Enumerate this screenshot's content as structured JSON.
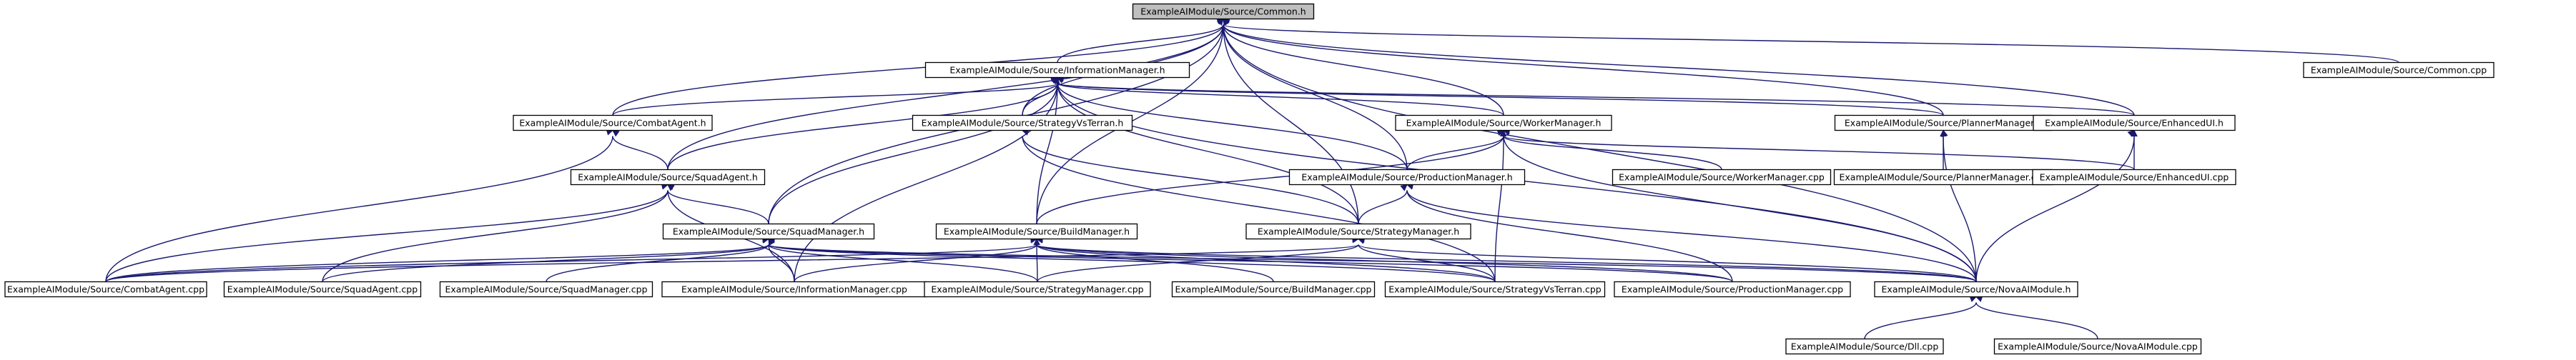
{
  "diagram": {
    "type": "include-dependency-graph",
    "colors": {
      "edge": "#191970",
      "node_border": "#000000",
      "node_fill": "#ffffff",
      "highlight_fill": "#bfbfbf"
    },
    "nodes": [
      {
        "id": "common_h",
        "label": "ExampleAIModule/Source/Common.h",
        "highlight": true
      },
      {
        "id": "common_cpp",
        "label": "ExampleAIModule/Source/Common.cpp"
      },
      {
        "id": "infomgr_h",
        "label": "ExampleAIModule/Source/InformationManager.h"
      },
      {
        "id": "combatagent_h",
        "label": "ExampleAIModule/Source/CombatAgent.h"
      },
      {
        "id": "strategyvs_h",
        "label": "ExampleAIModule/Source/StrategyVsTerran.h"
      },
      {
        "id": "workermgr_h",
        "label": "ExampleAIModule/Source/WorkerManager.h"
      },
      {
        "id": "plannermgr_h",
        "label": "ExampleAIModule/Source/PlannerManager.h"
      },
      {
        "id": "enhancedui_h",
        "label": "ExampleAIModule/Source/EnhancedUI.h"
      },
      {
        "id": "squadagent_h",
        "label": "ExampleAIModule/Source/SquadAgent.h"
      },
      {
        "id": "productionmgr_h",
        "label": "ExampleAIModule/Source/ProductionManager.h"
      },
      {
        "id": "workermgr_cpp",
        "label": "ExampleAIModule/Source/WorkerManager.cpp"
      },
      {
        "id": "plannermgr_cpp",
        "label": "ExampleAIModule/Source/PlannerManager.cpp"
      },
      {
        "id": "enhancedui_cpp",
        "label": "ExampleAIModule/Source/EnhancedUI.cpp"
      },
      {
        "id": "squadmgr_h",
        "label": "ExampleAIModule/Source/SquadManager.h"
      },
      {
        "id": "buildmgr_h",
        "label": "ExampleAIModule/Source/BuildManager.h"
      },
      {
        "id": "strategymgr_h",
        "label": "ExampleAIModule/Source/StrategyManager.h"
      },
      {
        "id": "combatagent_cpp",
        "label": "ExampleAIModule/Source/CombatAgent.cpp"
      },
      {
        "id": "squadagent_cpp",
        "label": "ExampleAIModule/Source/SquadAgent.cpp"
      },
      {
        "id": "squadmgr_cpp",
        "label": "ExampleAIModule/Source/SquadManager.cpp"
      },
      {
        "id": "infomgr_cpp",
        "label": "ExampleAIModule/Source/InformationManager.cpp"
      },
      {
        "id": "strategymgr_cpp",
        "label": "ExampleAIModule/Source/StrategyManager.cpp"
      },
      {
        "id": "buildmgr_cpp",
        "label": "ExampleAIModule/Source/BuildManager.cpp"
      },
      {
        "id": "strategyvs_cpp",
        "label": "ExampleAIModule/Source/StrategyVsTerran.cpp"
      },
      {
        "id": "productionmgr_cpp",
        "label": "ExampleAIModule/Source/ProductionManager.cpp"
      },
      {
        "id": "novaai_h",
        "label": "ExampleAIModule/Source/NovaAIModule.h"
      },
      {
        "id": "dll_cpp",
        "label": "ExampleAIModule/Source/Dll.cpp"
      },
      {
        "id": "novaai_cpp",
        "label": "ExampleAIModule/Source/NovaAIModule.cpp"
      }
    ],
    "edges": [
      [
        "common_h",
        "common_cpp"
      ],
      [
        "common_h",
        "infomgr_h"
      ],
      [
        "common_h",
        "combatagent_h"
      ],
      [
        "common_h",
        "squadagent_h"
      ],
      [
        "common_h",
        "strategyvs_h"
      ],
      [
        "common_h",
        "workermgr_h"
      ],
      [
        "common_h",
        "plannermgr_h"
      ],
      [
        "common_h",
        "enhancedui_h"
      ],
      [
        "common_h",
        "squadmgr_h"
      ],
      [
        "common_h",
        "buildmgr_h"
      ],
      [
        "common_h",
        "productionmgr_h"
      ],
      [
        "common_h",
        "strategymgr_h"
      ],
      [
        "common_h",
        "novaai_h"
      ],
      [
        "infomgr_h",
        "combatagent_h"
      ],
      [
        "infomgr_h",
        "squadagent_h"
      ],
      [
        "infomgr_h",
        "strategyvs_h"
      ],
      [
        "infomgr_h",
        "workermgr_h"
      ],
      [
        "infomgr_h",
        "plannermgr_h"
      ],
      [
        "infomgr_h",
        "enhancedui_h"
      ],
      [
        "infomgr_h",
        "squadmgr_h"
      ],
      [
        "infomgr_h",
        "buildmgr_h"
      ],
      [
        "infomgr_h",
        "productionmgr_h"
      ],
      [
        "infomgr_h",
        "strategymgr_h"
      ],
      [
        "infomgr_h",
        "infomgr_cpp"
      ],
      [
        "infomgr_h",
        "novaai_h"
      ],
      [
        "combatagent_h",
        "squadagent_h"
      ],
      [
        "combatagent_h",
        "combatagent_cpp"
      ],
      [
        "squadagent_h",
        "squadmgr_h"
      ],
      [
        "squadagent_h",
        "combatagent_cpp"
      ],
      [
        "squadagent_h",
        "squadagent_cpp"
      ],
      [
        "squadagent_h",
        "infomgr_cpp"
      ],
      [
        "squadmgr_h",
        "combatagent_cpp"
      ],
      [
        "squadmgr_h",
        "squadagent_cpp"
      ],
      [
        "squadmgr_h",
        "squadmgr_cpp"
      ],
      [
        "squadmgr_h",
        "infomgr_cpp"
      ],
      [
        "squadmgr_h",
        "strategymgr_cpp"
      ],
      [
        "squadmgr_h",
        "strategyvs_cpp"
      ],
      [
        "squadmgr_h",
        "productionmgr_cpp"
      ],
      [
        "squadmgr_h",
        "novaai_h"
      ],
      [
        "strategyvs_h",
        "strategymgr_h"
      ],
      [
        "strategyvs_h",
        "strategyvs_cpp"
      ],
      [
        "workermgr_h",
        "buildmgr_h"
      ],
      [
        "workermgr_h",
        "productionmgr_h"
      ],
      [
        "workermgr_h",
        "workermgr_cpp"
      ],
      [
        "workermgr_h",
        "strategyvs_cpp"
      ],
      [
        "workermgr_h",
        "novaai_h"
      ],
      [
        "workermgr_h",
        "enhancedui_cpp"
      ],
      [
        "plannermgr_h",
        "plannermgr_cpp"
      ],
      [
        "plannermgr_h",
        "novaai_h"
      ],
      [
        "enhancedui_h",
        "enhancedui_cpp"
      ],
      [
        "enhancedui_h",
        "novaai_h"
      ],
      [
        "productionmgr_h",
        "strategymgr_h"
      ],
      [
        "productionmgr_h",
        "productionmgr_cpp"
      ],
      [
        "productionmgr_h",
        "novaai_h"
      ],
      [
        "buildmgr_h",
        "combatagent_cpp"
      ],
      [
        "buildmgr_h",
        "infomgr_cpp"
      ],
      [
        "buildmgr_h",
        "strategymgr_cpp"
      ],
      [
        "buildmgr_h",
        "buildmgr_cpp"
      ],
      [
        "buildmgr_h",
        "strategyvs_cpp"
      ],
      [
        "buildmgr_h",
        "productionmgr_cpp"
      ],
      [
        "buildmgr_h",
        "novaai_h"
      ],
      [
        "strategymgr_h",
        "combatagent_cpp"
      ],
      [
        "strategymgr_h",
        "strategymgr_cpp"
      ],
      [
        "strategymgr_h",
        "strategyvs_cpp"
      ],
      [
        "strategymgr_h",
        "novaai_h"
      ],
      [
        "novaai_h",
        "dll_cpp"
      ],
      [
        "novaai_h",
        "novaai_cpp"
      ]
    ]
  }
}
